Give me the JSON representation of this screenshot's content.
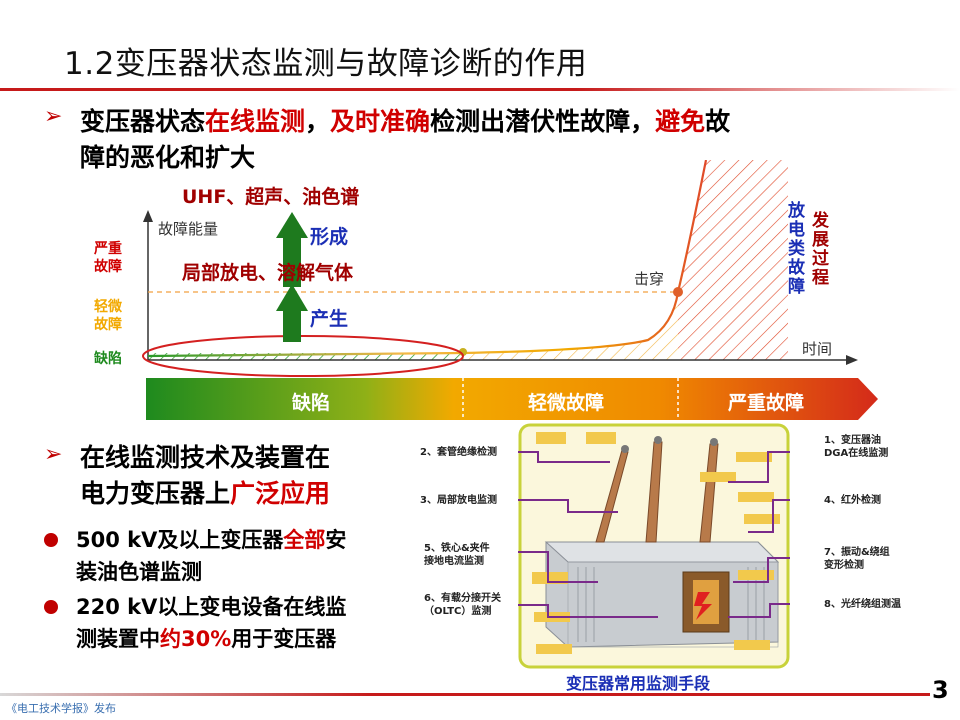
{
  "title": "1.2变压器状态监测与故障诊断的作用",
  "bullet1": {
    "seg1": "变压器状态",
    "seg2": "在线监测",
    "seg3": "，",
    "seg4": "及时准确",
    "seg5": "检测出潜伏性故障，",
    "seg6": "避免",
    "seg7": "故",
    "line2": "障的恶化和扩大"
  },
  "chart": {
    "y_axis_label": "故障能量",
    "x_axis_label": "时间",
    "level_severe": [
      "严重",
      "故障"
    ],
    "level_minor": [
      "轻微",
      "故障"
    ],
    "level_defect": "缺陷",
    "top_method": "UHF、超声、油色谱",
    "form_label": "形成",
    "middle_result": "局部放电、溶解气体",
    "produce_label": "产生",
    "breakdown_label": "击穿",
    "side_left": [
      "放",
      "电",
      "类",
      "故",
      "障"
    ],
    "side_right": [
      "发",
      "展",
      "过",
      "程"
    ],
    "stage_bar": [
      "缺陷",
      "轻微故障",
      "严重故障"
    ],
    "colors": {
      "green": "#1e8a1e",
      "orange": "#f2a900",
      "red": "#d42a1a"
    }
  },
  "bullet2": {
    "line1": "在线监测技术及装置在",
    "line2a": "电力变压器上",
    "line2b": "广泛应用"
  },
  "sub1": {
    "line1a": "500 kV及以上变压器",
    "line1b": "全部",
    "line1c": "安",
    "line2": "装油色谱监测"
  },
  "sub2": {
    "line1": "220 kV以上变电设备在线监",
    "line2a": "测装置中",
    "line2b": "约30%",
    "line2c": "用于变压器"
  },
  "diagram": {
    "left_labels": [
      "2、套管绝缘检测",
      "3、局部放电监测",
      "5、铁心&夹件",
      "接地电流监测",
      "6、有载分接开关",
      "（OLTC）监测"
    ],
    "right_labels": [
      "1、变压器油",
      "DGA在线监测",
      "4、红外检测",
      "7、振动&绕组",
      "变形检测",
      "8、光纤绕组测温"
    ],
    "caption": "变压器常用监测手段"
  },
  "footer": "《电工技术学报》发布",
  "page_number": "3"
}
